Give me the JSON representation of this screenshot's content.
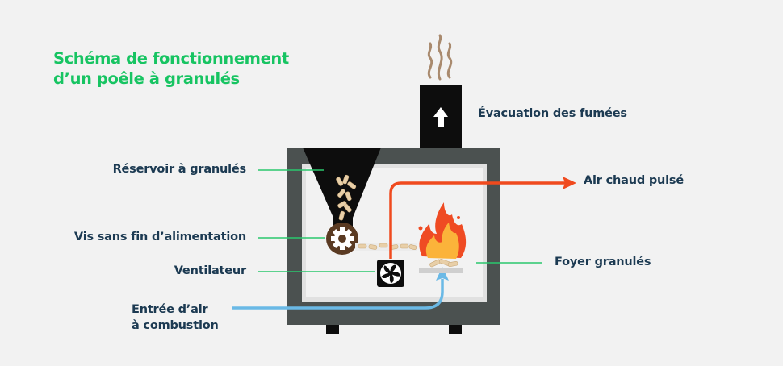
{
  "title": {
    "line1": "Schéma de fonctionnement",
    "line2": "d’un poêle à granulés"
  },
  "labels": {
    "smoke_exhaust": "Évacuation des fumées",
    "hot_air": "Air chaud puisé",
    "pellet_tank": "Réservoir à granulés",
    "feed_screw": "Vis sans fin d’alimentation",
    "fan": "Ventilateur",
    "firebox": "Foyer granulés",
    "combustion_air_line1": "Entrée d’air",
    "combustion_air_line2": "à combustion"
  },
  "colors": {
    "background": "#f2f2f2",
    "title_green": "#17c462",
    "label_navy": "#1c3a52",
    "leader_green": "#2bc76d",
    "stove_body": "#4b5150",
    "hot_air_orange": "#f04a1e",
    "cold_air_blue": "#6ab9e6",
    "flame_outer": "#ef4b23",
    "flame_inner": "#fbb33a",
    "pellet_tan": "#e8cfa8",
    "smoke_brown": "#a98a6e"
  },
  "icons": [
    "up-arrow-icon",
    "gear-icon",
    "fan-icon",
    "flame-icon",
    "smoke-icon"
  ]
}
